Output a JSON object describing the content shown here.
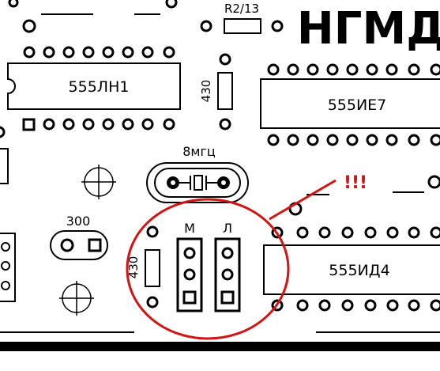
{
  "board": {
    "title": "НГМД",
    "resistor_top_label": "R2/13",
    "chip_left_label": "555ЛН1",
    "chip_right_top_label": "555ИЕ7",
    "chip_right_bottom_label": "555ИД4",
    "resistor_430_top_label": "430",
    "resistor_430_bottom_label": "430",
    "crystal_label": "8мгц",
    "resistor_300_label": "300",
    "jumper_m_label": "М",
    "jumper_l_label": "Л",
    "annotation": "!!!"
  },
  "colors": {
    "background": "#ffffff",
    "ink": "#000000",
    "highlight": "#d21414"
  },
  "icons": {
    "crosshair": "crosshair-icon"
  }
}
